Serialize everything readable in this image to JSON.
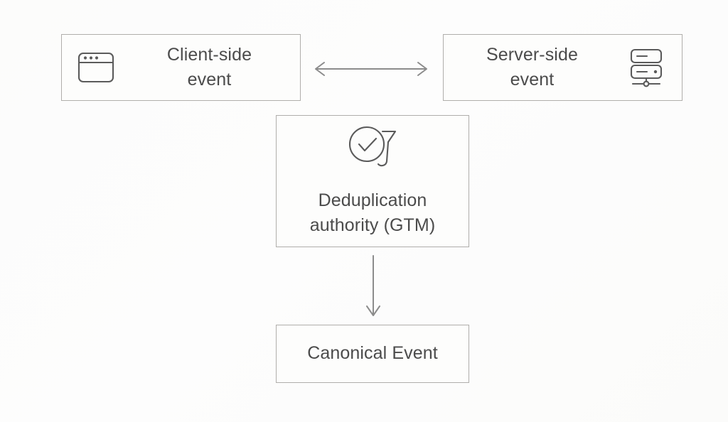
{
  "diagram": {
    "background_color": "#fdfdfc",
    "border_color": "#b0aeab",
    "text_color": "#4b4b4b",
    "arrow_color": "#8c8c8c",
    "icon_color": "#5b5b5b",
    "nodes": [
      {
        "id": "client",
        "label": "Client-side\nevent",
        "icon": "browser-window-icon",
        "icon_position": "left"
      },
      {
        "id": "server",
        "label": "Server-side\nevent",
        "icon": "server-rack-icon",
        "icon_position": "right"
      },
      {
        "id": "dedup",
        "label": "Deduplication\nauthority (GTM)",
        "icon": "check-circle-tag-icon",
        "icon_position": "top"
      },
      {
        "id": "canonical",
        "label": "Canonical Event",
        "icon": null,
        "icon_position": null
      }
    ],
    "connectors": [
      {
        "id": "client-server-link",
        "from": "client",
        "to": "server",
        "style": "bidirectional-arrow",
        "orientation": "horizontal",
        "label": ""
      },
      {
        "id": "dedup-canonical-link",
        "from": "dedup",
        "to": "canonical",
        "style": "single-arrow",
        "orientation": "vertical-down",
        "label": ""
      }
    ]
  }
}
